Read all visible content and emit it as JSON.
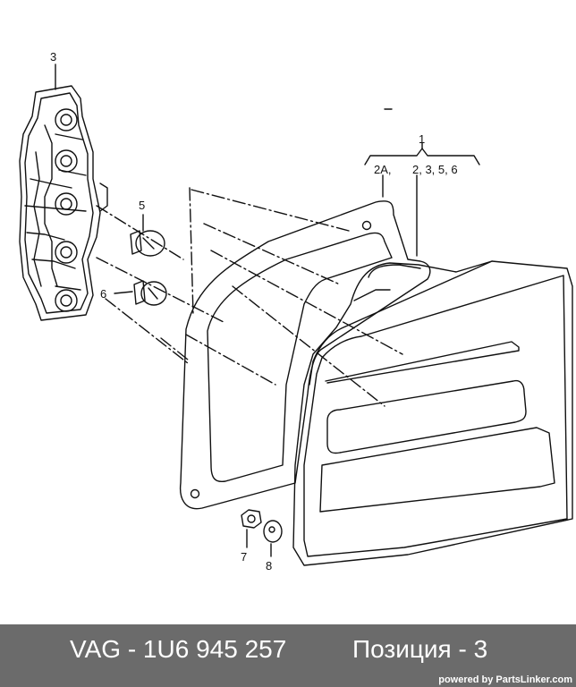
{
  "diagram": {
    "callouts": {
      "c1": "1",
      "c1_left": "2A,",
      "c1_right": "2, 3, 5, 6",
      "c3": "3",
      "c5": "5",
      "c6": "6",
      "c7": "7",
      "c8": "8"
    }
  },
  "footer": {
    "part_label": "VAG - 1U6 945 257",
    "position_label": "Позиция - 3",
    "powered_by": "powered by PartsLinker.com"
  },
  "colors": {
    "footer_bg": "#6b6b6b",
    "footer_text": "#ffffff",
    "line": "#111111"
  }
}
